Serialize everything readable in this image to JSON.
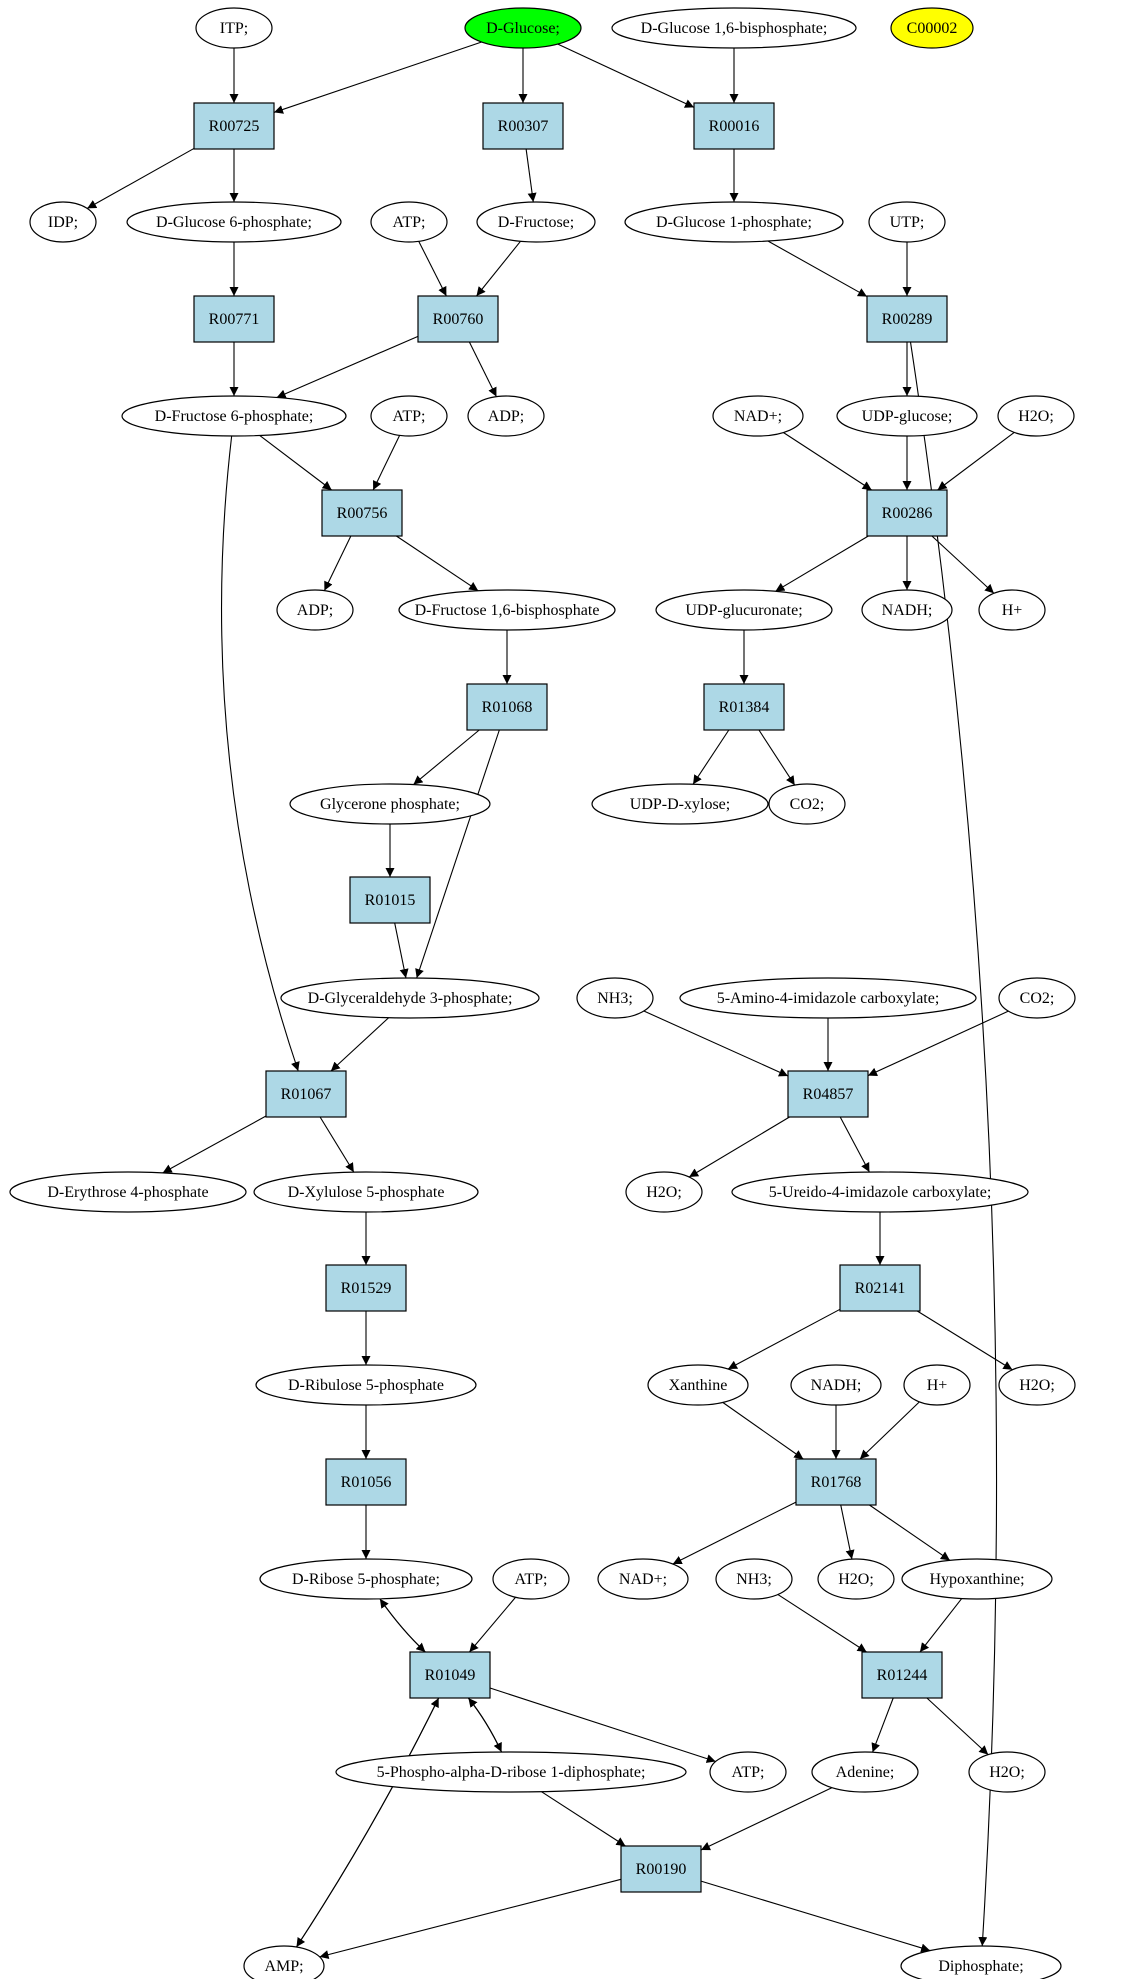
{
  "colors": {
    "background": "#ffffff",
    "reaction": "#add8e6",
    "compound": "#ffffff",
    "highlight_green": "#00ff00",
    "highlight_yellow": "#ffff00"
  },
  "nodes": [
    {
      "id": "itp",
      "kind": "compound",
      "label": "ITP;"
    },
    {
      "id": "dglucose",
      "kind": "compound",
      "label": "D-Glucose;",
      "color": "#00ff00"
    },
    {
      "id": "dg16bp",
      "kind": "compound",
      "label": "D-Glucose 1,6-bisphosphate;"
    },
    {
      "id": "c00002",
      "kind": "compound",
      "label": "C00002",
      "color": "#ffff00"
    },
    {
      "id": "r00725",
      "kind": "reaction",
      "label": "R00725"
    },
    {
      "id": "r00307",
      "kind": "reaction",
      "label": "R00307"
    },
    {
      "id": "r00016",
      "kind": "reaction",
      "label": "R00016"
    },
    {
      "id": "idp",
      "kind": "compound",
      "label": "IDP;"
    },
    {
      "id": "dg6p",
      "kind": "compound",
      "label": "D-Glucose 6-phosphate;"
    },
    {
      "id": "atp1",
      "kind": "compound",
      "label": "ATP;"
    },
    {
      "id": "dfructose",
      "kind": "compound",
      "label": "D-Fructose;"
    },
    {
      "id": "dg1p",
      "kind": "compound",
      "label": "D-Glucose 1-phosphate;"
    },
    {
      "id": "utp",
      "kind": "compound",
      "label": "UTP;"
    },
    {
      "id": "r00771",
      "kind": "reaction",
      "label": "R00771"
    },
    {
      "id": "r00760",
      "kind": "reaction",
      "label": "R00760"
    },
    {
      "id": "r00289",
      "kind": "reaction",
      "label": "R00289"
    },
    {
      "id": "df6p",
      "kind": "compound",
      "label": "D-Fructose 6-phosphate;"
    },
    {
      "id": "atp2",
      "kind": "compound",
      "label": "ATP;"
    },
    {
      "id": "adp1",
      "kind": "compound",
      "label": "ADP;"
    },
    {
      "id": "nadplus1",
      "kind": "compound",
      "label": "NAD+;"
    },
    {
      "id": "udpglucose",
      "kind": "compound",
      "label": "UDP-glucose;"
    },
    {
      "id": "h2o1",
      "kind": "compound",
      "label": "H2O;"
    },
    {
      "id": "r00756",
      "kind": "reaction",
      "label": "R00756"
    },
    {
      "id": "r00286",
      "kind": "reaction",
      "label": "R00286"
    },
    {
      "id": "adp2",
      "kind": "compound",
      "label": "ADP;"
    },
    {
      "id": "df16bp",
      "kind": "compound",
      "label": "D-Fructose 1,6-bisphosphate"
    },
    {
      "id": "udpglucuronate",
      "kind": "compound",
      "label": "UDP-glucuronate;"
    },
    {
      "id": "nadh1",
      "kind": "compound",
      "label": "NADH;"
    },
    {
      "id": "hplus1",
      "kind": "compound",
      "label": "H+"
    },
    {
      "id": "r01068",
      "kind": "reaction",
      "label": "R01068"
    },
    {
      "id": "r01384",
      "kind": "reaction",
      "label": "R01384"
    },
    {
      "id": "glyceronep",
      "kind": "compound",
      "label": "Glycerone phosphate;"
    },
    {
      "id": "udpxylose",
      "kind": "compound",
      "label": "UDP-D-xylose;"
    },
    {
      "id": "co2a",
      "kind": "compound",
      "label": "CO2;"
    },
    {
      "id": "r01015",
      "kind": "reaction",
      "label": "R01015"
    },
    {
      "id": "dga3p",
      "kind": "compound",
      "label": "D-Glyceraldehyde 3-phosphate;"
    },
    {
      "id": "nh3a",
      "kind": "compound",
      "label": "NH3;"
    },
    {
      "id": "aica",
      "kind": "compound",
      "label": "5-Amino-4-imidazole carboxylate;"
    },
    {
      "id": "co2b",
      "kind": "compound",
      "label": "CO2;"
    },
    {
      "id": "r01067",
      "kind": "reaction",
      "label": "R01067"
    },
    {
      "id": "r04857",
      "kind": "reaction",
      "label": "R04857"
    },
    {
      "id": "de4p",
      "kind": "compound",
      "label": "D-Erythrose 4-phosphate"
    },
    {
      "id": "dx5p",
      "kind": "compound",
      "label": "D-Xylulose 5-phosphate"
    },
    {
      "id": "h2o2",
      "kind": "compound",
      "label": "H2O;"
    },
    {
      "id": "uica",
      "kind": "compound",
      "label": "5-Ureido-4-imidazole carboxylate;"
    },
    {
      "id": "r01529",
      "kind": "reaction",
      "label": "R01529"
    },
    {
      "id": "r02141",
      "kind": "reaction",
      "label": "R02141"
    },
    {
      "id": "dr5p_ribulose",
      "kind": "compound",
      "label": "D-Ribulose 5-phosphate"
    },
    {
      "id": "xanthine",
      "kind": "compound",
      "label": "Xanthine"
    },
    {
      "id": "nadh2",
      "kind": "compound",
      "label": "NADH;"
    },
    {
      "id": "hplus2",
      "kind": "compound",
      "label": "H+"
    },
    {
      "id": "h2o3",
      "kind": "compound",
      "label": "H2O;"
    },
    {
      "id": "r01056",
      "kind": "reaction",
      "label": "R01056"
    },
    {
      "id": "r01768",
      "kind": "reaction",
      "label": "R01768"
    },
    {
      "id": "dribose5p",
      "kind": "compound",
      "label": "D-Ribose 5-phosphate;"
    },
    {
      "id": "atp3",
      "kind": "compound",
      "label": "ATP;"
    },
    {
      "id": "nadplus2",
      "kind": "compound",
      "label": "NAD+;"
    },
    {
      "id": "nh3b",
      "kind": "compound",
      "label": "NH3;"
    },
    {
      "id": "h2o4",
      "kind": "compound",
      "label": "H2O;"
    },
    {
      "id": "hypoxanthine",
      "kind": "compound",
      "label": "Hypoxanthine;"
    },
    {
      "id": "r01049",
      "kind": "reaction",
      "label": "R01049"
    },
    {
      "id": "r01244",
      "kind": "reaction",
      "label": "R01244"
    },
    {
      "id": "prpp",
      "kind": "compound",
      "label": "5-Phospho-alpha-D-ribose 1-diphosphate;"
    },
    {
      "id": "atp4",
      "kind": "compound",
      "label": "ATP;"
    },
    {
      "id": "adenine",
      "kind": "compound",
      "label": "Adenine;"
    },
    {
      "id": "h2o5",
      "kind": "compound",
      "label": "H2O;"
    },
    {
      "id": "r00190",
      "kind": "reaction",
      "label": "R00190"
    },
    {
      "id": "amp",
      "kind": "compound",
      "label": "AMP;"
    },
    {
      "id": "diphosphate",
      "kind": "compound",
      "label": "Diphosphate;"
    }
  ],
  "edges": [
    [
      "itp",
      "r00725"
    ],
    [
      "dglucose",
      "r00725"
    ],
    [
      "dglucose",
      "r00307"
    ],
    [
      "dglucose",
      "r00016"
    ],
    [
      "dg16bp",
      "r00016"
    ],
    [
      "r00725",
      "idp"
    ],
    [
      "r00725",
      "dg6p"
    ],
    [
      "r00307",
      "dfructose"
    ],
    [
      "r00016",
      "dg1p"
    ],
    [
      "dg6p",
      "r00771"
    ],
    [
      "atp1",
      "r00760"
    ],
    [
      "dfructose",
      "r00760"
    ],
    [
      "dg1p",
      "r00289"
    ],
    [
      "utp",
      "r00289"
    ],
    [
      "r00771",
      "df6p"
    ],
    [
      "r00760",
      "df6p"
    ],
    [
      "r00760",
      "adp1"
    ],
    [
      "r00289",
      "udpglucose"
    ],
    [
      "r00289",
      "diphosphate"
    ],
    [
      "df6p",
      "r00756"
    ],
    [
      "atp2",
      "r00756"
    ],
    [
      "df6p",
      "r01067"
    ],
    [
      "nadplus1",
      "r00286"
    ],
    [
      "udpglucose",
      "r00286"
    ],
    [
      "h2o1",
      "r00286"
    ],
    [
      "r00756",
      "adp2"
    ],
    [
      "r00756",
      "df16bp"
    ],
    [
      "r00286",
      "udpglucuronate"
    ],
    [
      "r00286",
      "nadh1"
    ],
    [
      "r00286",
      "hplus1"
    ],
    [
      "df16bp",
      "r01068"
    ],
    [
      "udpglucuronate",
      "r01384"
    ],
    [
      "r01068",
      "glyceronep"
    ],
    [
      "r01068",
      "dga3p"
    ],
    [
      "r01384",
      "udpxylose"
    ],
    [
      "r01384",
      "co2a"
    ],
    [
      "glyceronep",
      "r01015"
    ],
    [
      "r01015",
      "dga3p"
    ],
    [
      "dga3p",
      "r01067"
    ],
    [
      "nh3a",
      "r04857"
    ],
    [
      "aica",
      "r04857"
    ],
    [
      "co2b",
      "r04857"
    ],
    [
      "r01067",
      "de4p"
    ],
    [
      "r01067",
      "dx5p"
    ],
    [
      "r04857",
      "h2o2"
    ],
    [
      "r04857",
      "uica"
    ],
    [
      "dx5p",
      "r01529"
    ],
    [
      "uica",
      "r02141"
    ],
    [
      "r01529",
      "dr5p_ribulose"
    ],
    [
      "r02141",
      "xanthine"
    ],
    [
      "r02141",
      "h2o3"
    ],
    [
      "dr5p_ribulose",
      "r01056"
    ],
    [
      "xanthine",
      "r01768"
    ],
    [
      "nadh2",
      "r01768"
    ],
    [
      "hplus2",
      "r01768"
    ],
    [
      "r01056",
      "dribose5p"
    ],
    [
      "r01768",
      "nadplus2"
    ],
    [
      "r01768",
      "h2o4"
    ],
    [
      "r01768",
      "hypoxanthine"
    ],
    [
      "dribose5p",
      "r01049"
    ],
    [
      "r01049",
      "dribose5p"
    ],
    [
      "atp3",
      "r01049"
    ],
    [
      "nh3b",
      "r01244"
    ],
    [
      "hypoxanthine",
      "r01244"
    ],
    [
      "r01049",
      "prpp"
    ],
    [
      "prpp",
      "r01049"
    ],
    [
      "r01049",
      "atp4"
    ],
    [
      "r01049",
      "amp"
    ],
    [
      "amp",
      "r01049"
    ],
    [
      "r01244",
      "adenine"
    ],
    [
      "r01244",
      "h2o5"
    ],
    [
      "prpp",
      "r00190"
    ],
    [
      "adenine",
      "r00190"
    ],
    [
      "r00190",
      "amp"
    ],
    [
      "r00190",
      "diphosphate"
    ]
  ]
}
